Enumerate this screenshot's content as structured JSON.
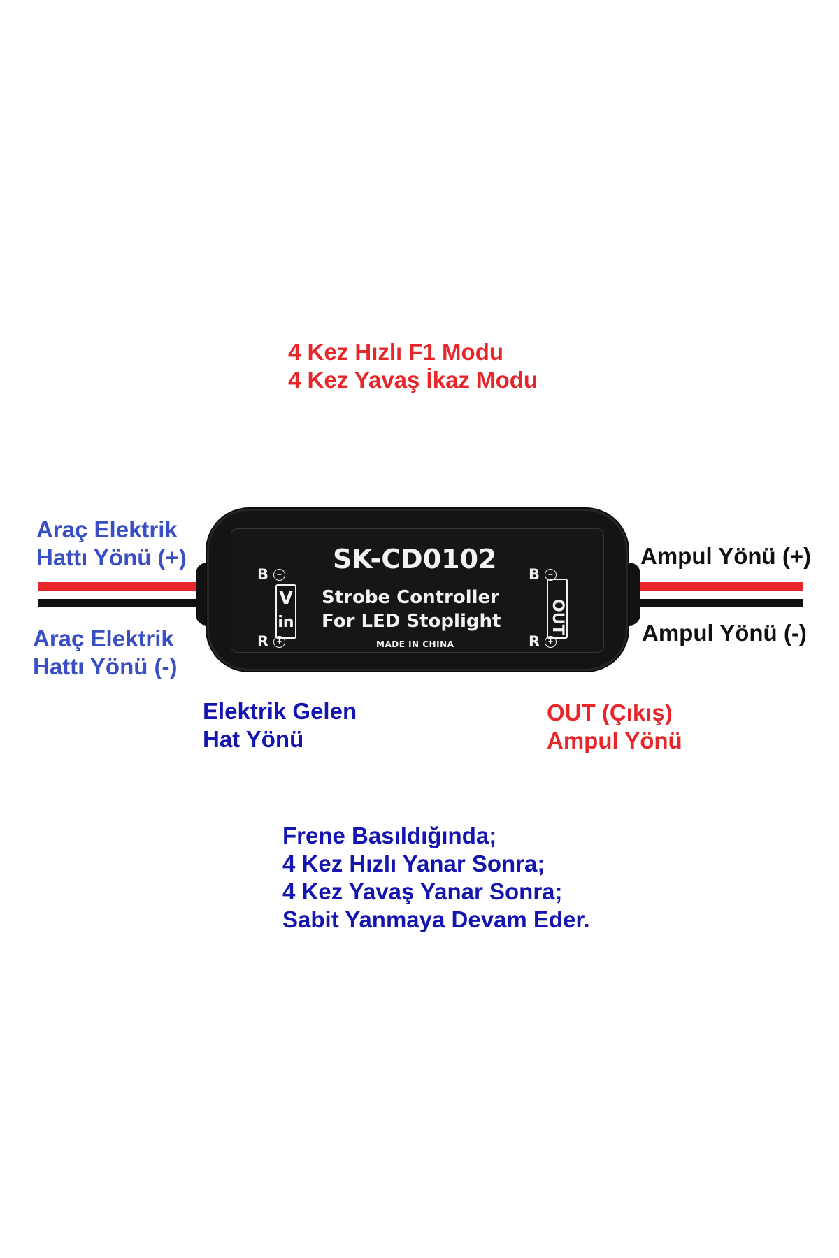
{
  "top_note": {
    "line1": "4 Kez Hızlı F1 Modu",
    "line2": "4 Kez Yavaş İkaz Modu"
  },
  "left_labels": {
    "plus_line1": "Araç Elektrik",
    "plus_line2": "Hattı Yönü (+)",
    "minus_line1": "Araç Elektrik",
    "minus_line2": "Hattı Yönü (-)"
  },
  "right_labels": {
    "plus": "Ampul Yönü (+)",
    "minus": "Ampul Yönü (-)"
  },
  "bottom_labels": {
    "input_line1": "Elektrik Gelen",
    "input_line2": "Hat Yönü",
    "output_line1": "OUT (Çıkış)",
    "output_line2": "Ampul Yönü"
  },
  "bottom_note": {
    "line1": "Frene Basıldığında;",
    "line2": "4 Kez Hızlı Yanar Sonra;",
    "line3": "4 Kez Yavaş Yanar Sonra;",
    "line4": "Sabit Yanmaya Devam Eder."
  },
  "device": {
    "model": "SK-CD0102",
    "title_line1": "Strobe  Controller",
    "title_line2": "For LED  Stoplight",
    "made_in": "MADE IN CHINA",
    "pin_b": "B",
    "pin_r": "R",
    "pol_minus": "−",
    "pol_plus": "+",
    "vin_v": "V",
    "vin_in": "in",
    "out_label": "OUT"
  },
  "colors": {
    "red_text": "#e8262a",
    "blue_text": "#1414b0",
    "wire_red": "#e8262a",
    "wire_black": "#111111",
    "device_body": "#141414"
  }
}
